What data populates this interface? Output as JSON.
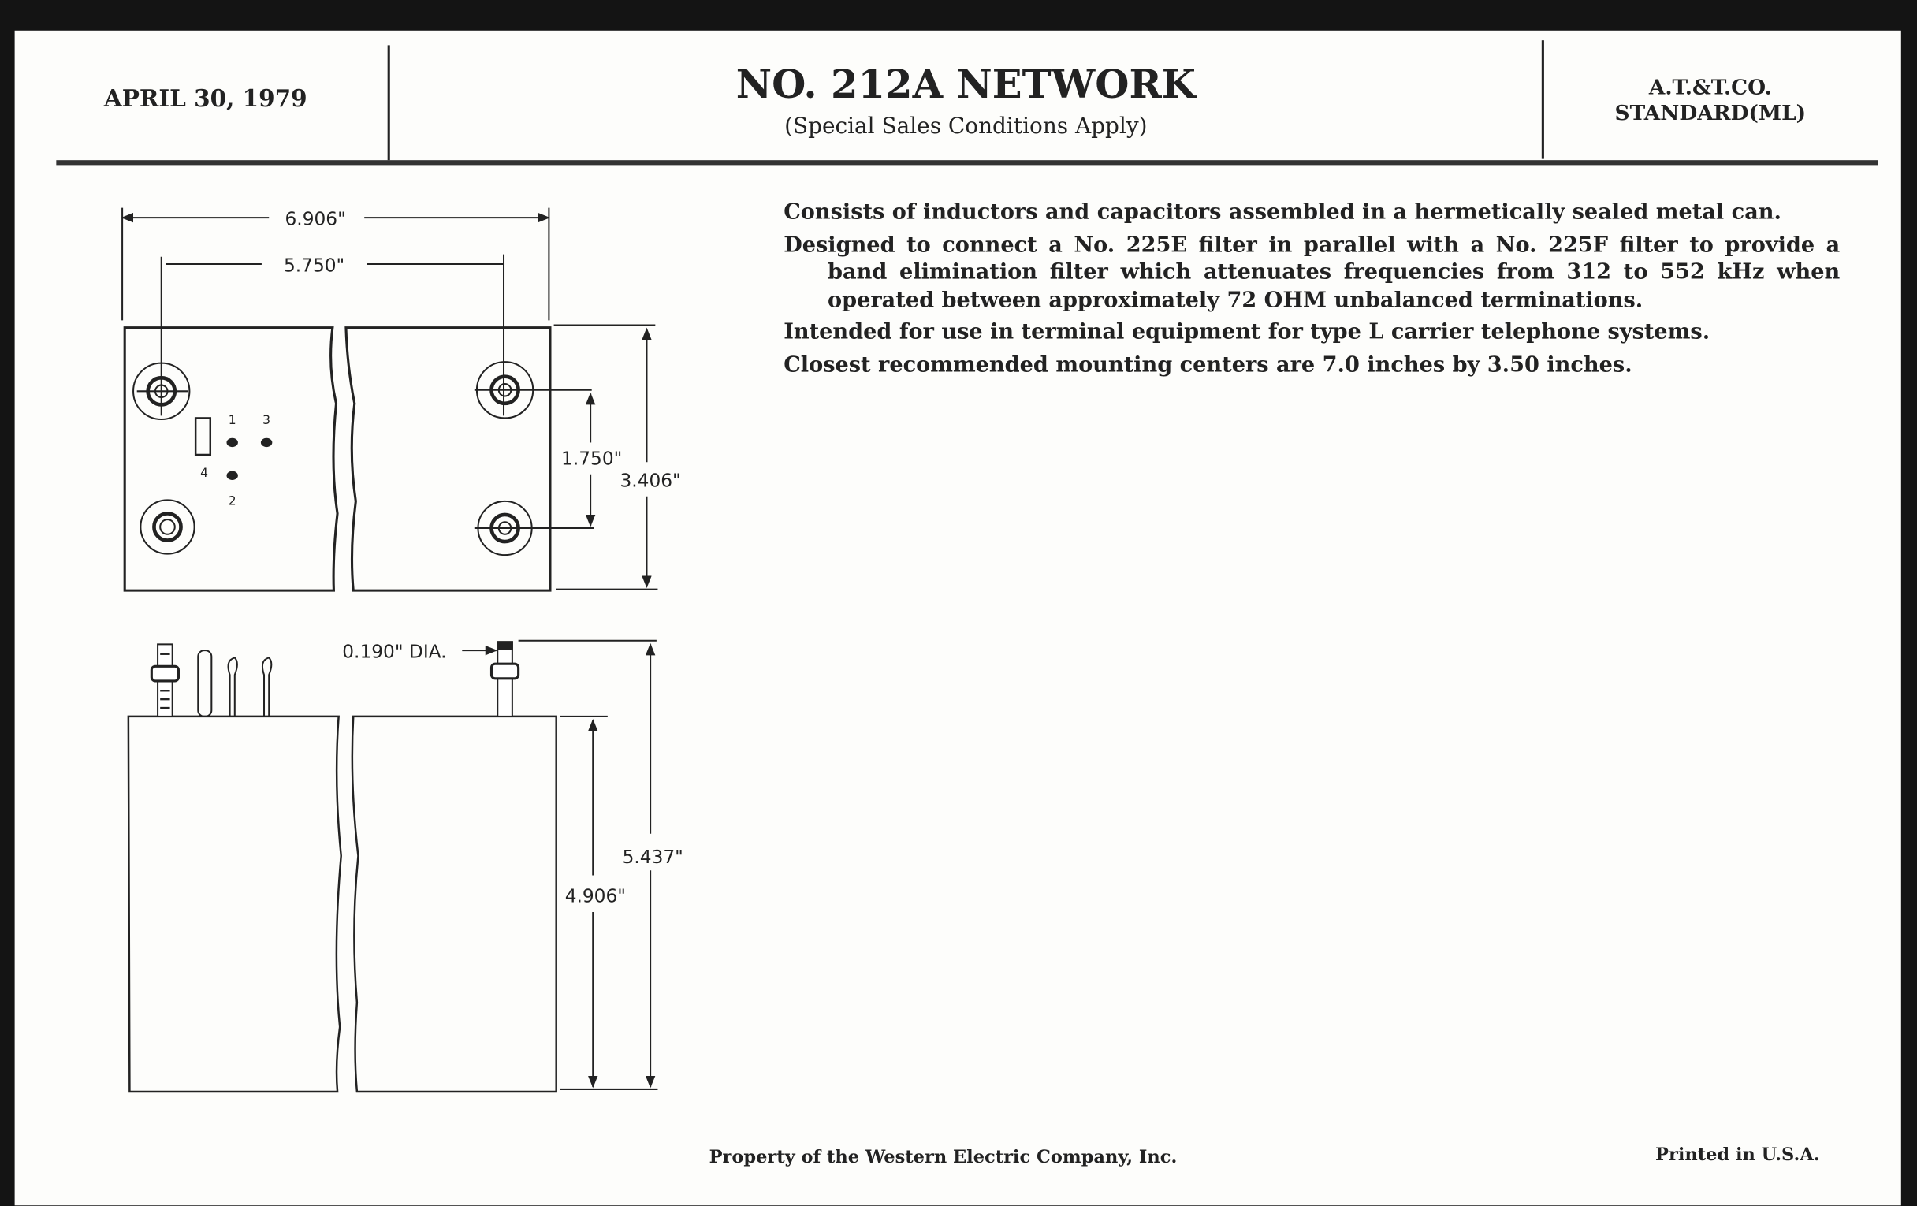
{
  "header": {
    "date": "APRIL 30, 1979",
    "title": "NO. 212A NETWORK",
    "subtitle": "(Special Sales Conditions Apply)",
    "standard_line1": "A.T.&T.CO.",
    "standard_line2": "STANDARD(ML)"
  },
  "description": [
    "Consists of inductors and capacitors assembled in a hermetically sealed metal can.",
    "Designed to connect a No. 225E filter in parallel with a No. 225F filter to provide a band elimination filter which attenuates frequencies from 312 to 552 kHz when operated between approximately 72 OHM unbalanced terminations.",
    "Intended for use in terminal equipment for type L carrier telephone systems.",
    "Closest recommended mounting centers are 7.0 inches by 3.50 inches."
  ],
  "drawing": {
    "top_view": {
      "overall_width": "6.906\"",
      "mounting_width": "5.750\"",
      "mounting_height": "1.750\"",
      "overall_depth": "3.406\"",
      "terminal_labels": [
        "1",
        "3",
        "4",
        "2"
      ]
    },
    "side_view": {
      "stud_diameter": "0.190\" DIA.",
      "overall_height": "5.437\"",
      "can_height": "4.906\""
    }
  },
  "footer": {
    "property": "Property of the Western Electric Company, Inc.",
    "printed": "Printed in U.S.A."
  }
}
